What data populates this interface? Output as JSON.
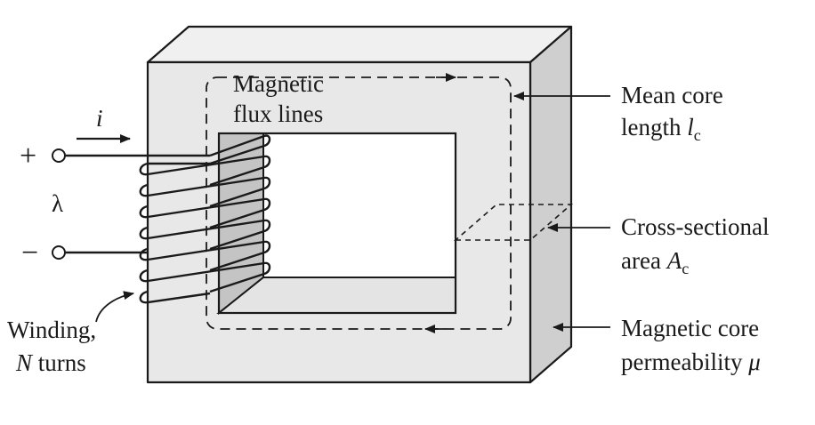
{
  "labels": {
    "flux_line1": "Magnetic",
    "flux_line2": "flux lines",
    "current": "i",
    "plus": "+",
    "minus": "−",
    "flux_linkage": "λ",
    "winding_line1": "Winding,",
    "winding_N": "N",
    "winding_turns": " turns",
    "mean_line1": "Mean core",
    "mean_line2_prefix": "length ",
    "mean_var": "l",
    "mean_sub": "c",
    "cross_line1": "Cross-sectional",
    "cross_line2_prefix": "area ",
    "cross_var": "A",
    "cross_sub": "c",
    "perm_line1": "Magnetic core",
    "perm_line2_prefix": "permeability ",
    "perm_var": "μ"
  },
  "colors": {
    "core_front": "#e8e8e8",
    "core_top": "#f0f0f0",
    "core_side": "#cfcfcf",
    "window_inner_shade": "#c4c4c4",
    "line": "#1a1a1a"
  }
}
